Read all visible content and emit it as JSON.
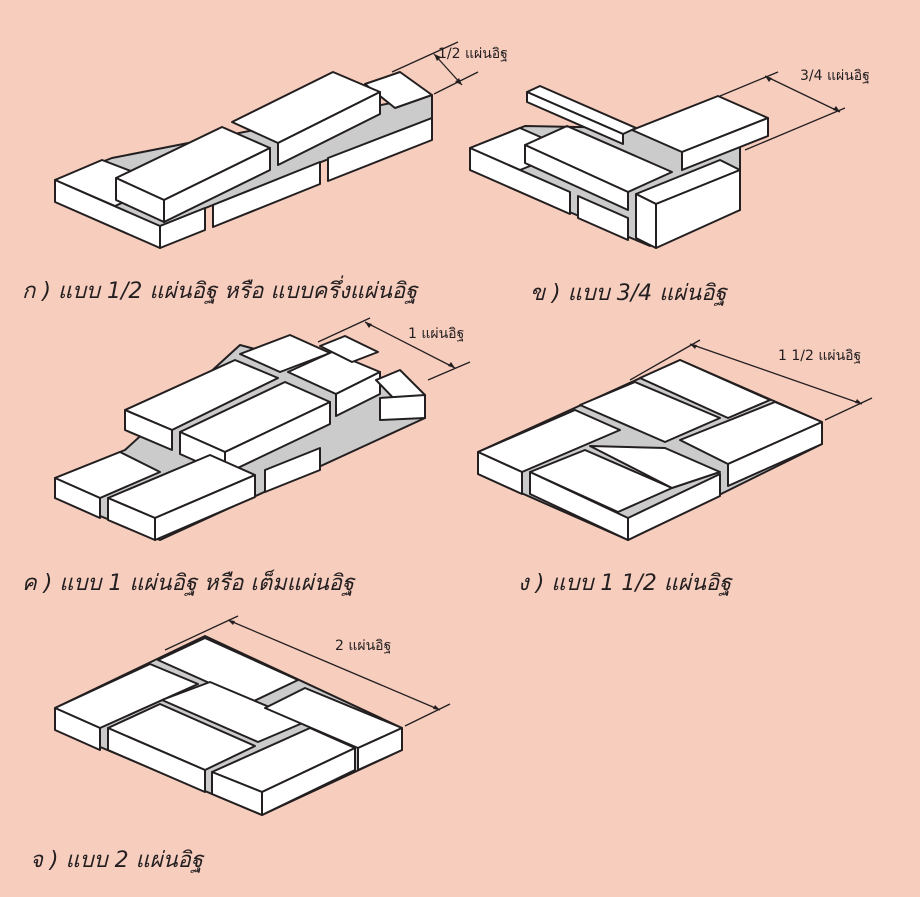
{
  "colors": {
    "background": "#F7CDBE",
    "brick_top": "#FFFFFF",
    "brick_side": "#FFFFFF",
    "mortar": "#CBCBCB",
    "stroke": "#231F20"
  },
  "panels": [
    {
      "id": "a",
      "caption": "ก )  แบบ 1/2 แผ่นอิฐ หรือ แบบครึ่งแผ่นอิฐ",
      "dimension": "1/2 แผ่นอิฐ"
    },
    {
      "id": "b",
      "caption": "ข )  แบบ 3/4 แผ่นอิฐ",
      "dimension": "3/4 แผ่นอิฐ"
    },
    {
      "id": "c",
      "caption": "ค )  แบบ 1 แผ่นอิฐ หรือ เต็มแผ่นอิฐ",
      "dimension": "1 แผ่นอิฐ"
    },
    {
      "id": "d",
      "caption": "ง )  แบบ 1 1/2 แผ่นอิฐ",
      "dimension": "1 1/2 แผ่นอิฐ"
    },
    {
      "id": "e",
      "caption": "จ )  แบบ 2 แผ่นอิฐ",
      "dimension": "2 แผ่นอิฐ"
    }
  ]
}
